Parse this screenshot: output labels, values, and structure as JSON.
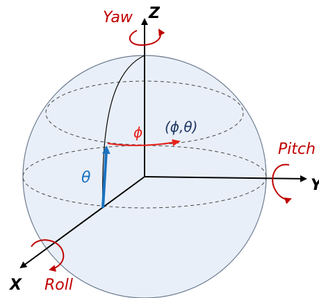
{
  "labels": {
    "z_axis": "Z",
    "y_axis": "Y",
    "x_axis": "X",
    "yaw": "Yaw",
    "pitch": "Pitch",
    "roll": "Roll",
    "phi": "ϕ",
    "theta": "θ",
    "coord": "(ϕ,θ)"
  },
  "colors": {
    "rotation": "#c00000",
    "theta_arrow": "#1a73c0",
    "phi_arrow": "#e8201a",
    "coord_text": "#1f3864",
    "sphere_fill": "#e9eff8",
    "axis": "#000000"
  },
  "icons": {
    "yaw": "curved-arrow-icon",
    "pitch": "curved-arrow-icon",
    "roll": "curved-arrow-icon"
  }
}
